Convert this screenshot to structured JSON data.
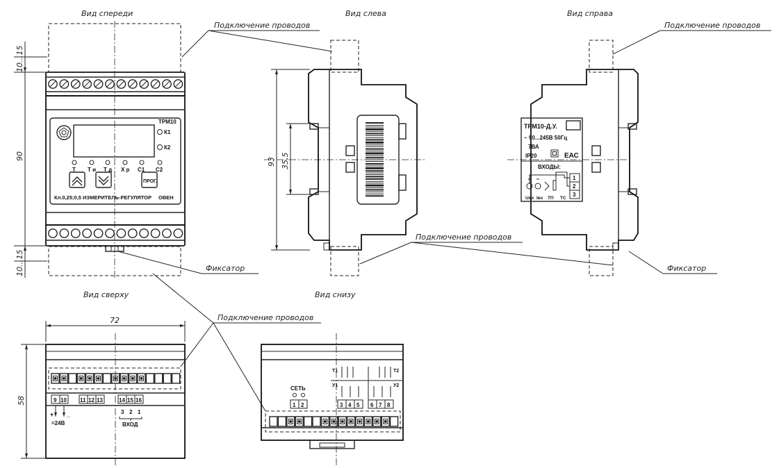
{
  "views": {
    "front": "Вид спереди",
    "left": "Вид слева",
    "right": "Вид справа",
    "top": "Вид сверху",
    "bottom": "Вид снизу"
  },
  "callouts": {
    "wires": "Подключение проводов",
    "latch": "Фиксатор"
  },
  "dimensions": {
    "gap": "10...15",
    "height": "90",
    "depth": "93",
    "rail": "35,5",
    "width": "72",
    "top_depth": "58"
  },
  "front_panel": {
    "model": "ТРМ10",
    "k1": "К1",
    "k2": "К2",
    "leds": [
      "Т",
      "Т и",
      "Т д",
      "Х р",
      "С1",
      "С2"
    ],
    "prog": "ПРОГ.",
    "footer": "Кл.0,25;0,5  ИЗМЕРИТЕЛЬ-РЕГУЛЯТОР",
    "brand": "ОВЕН"
  },
  "label": {
    "model": "ТРМ10-Д.У.",
    "power": "~ 90...245В 50Гц",
    "va": "7ВА",
    "ip": "IP20",
    "eac": "ЕАС",
    "inputs": "ВХОДЫ:",
    "in_labels": [
      "Uвх",
      "Iвх",
      "ТП",
      "ТС"
    ],
    "terms": [
      "1",
      "2",
      "3"
    ]
  },
  "top_view": {
    "terms_left": [
      "9",
      "10"
    ],
    "terms_mid": [
      "11",
      "12",
      "13"
    ],
    "terms_right": [
      "14",
      "15",
      "16"
    ],
    "in_nums": [
      "3",
      "2",
      "1"
    ],
    "power": "=24В",
    "vhod": "ВХОД",
    "plus": "+",
    "minus": "_"
  },
  "bottom_view": {
    "set": "СЕТЬ",
    "terms": [
      "1",
      "2",
      "3",
      "4",
      "5",
      "6",
      "7",
      "8"
    ],
    "t1": "Т1",
    "t2": "Т2",
    "u1": "У1",
    "u2": "У2"
  }
}
